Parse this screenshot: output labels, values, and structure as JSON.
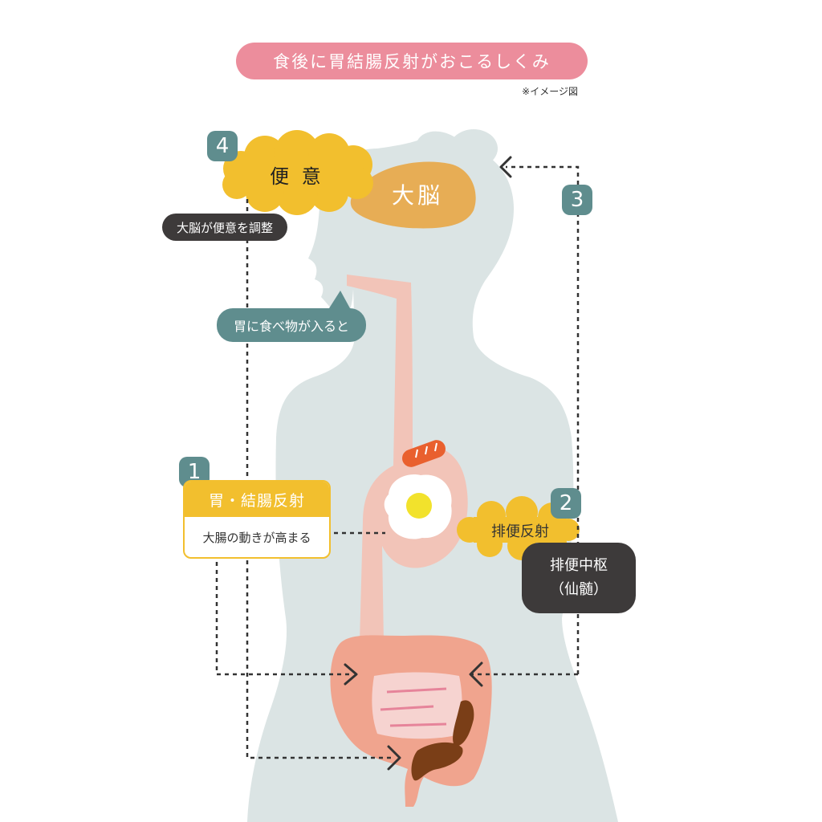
{
  "title": "食後に胃結腸反射がおこるしくみ",
  "note": "※イメージ図",
  "brain_label": "大脳",
  "urge_label": "便 意",
  "brain_regulates": "大脳が便意を調整",
  "food_enters": "胃に食べ物が入ると",
  "steps": [
    {
      "number": "1",
      "title": "胃・結腸反射",
      "desc": "大腸の動きが高まる"
    },
    {
      "number": "2",
      "title": "排便反射"
    },
    {
      "number": "3"
    },
    {
      "number": "4"
    }
  ],
  "center": {
    "line1": "排便中枢",
    "line2": "（仙髄）"
  },
  "colors": {
    "silhouette": "#dbe4e4",
    "digestive": "#f2c4b8",
    "intestine": "#f0a48e",
    "brain": "#e7ad55",
    "cloud": "#f2bf2e",
    "teal": "#5f8d8e",
    "dark": "#3d3a3a",
    "pink": "#ec8d9c",
    "stool": "#7a3e17"
  }
}
